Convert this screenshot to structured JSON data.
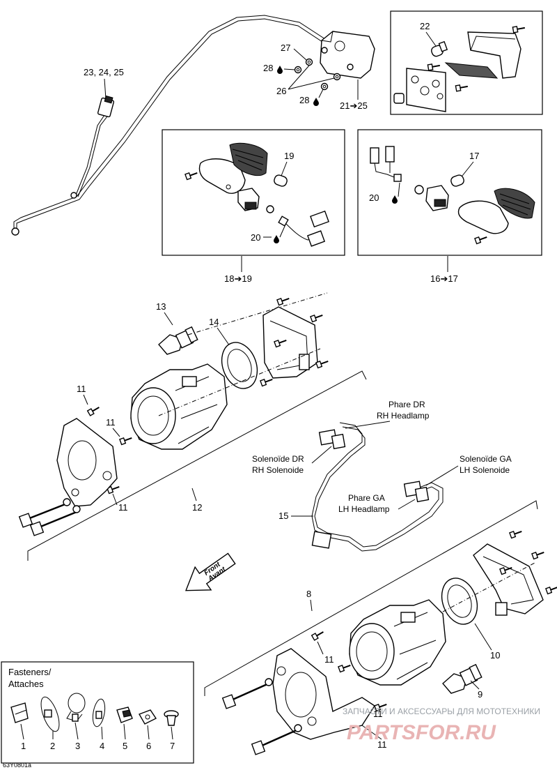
{
  "callouts": {
    "c1": "1",
    "c2": "2",
    "c3": "3",
    "c4": "4",
    "c5": "5",
    "c6": "6",
    "c7": "7",
    "c8": "8",
    "c9": "9",
    "c10": "10",
    "c11": "11",
    "c12": "12",
    "c13": "13",
    "c14": "14",
    "c15": "15",
    "c17": "17",
    "c19": "19",
    "c20": "20",
    "c22": "22",
    "c23_25": "23, 24, 25",
    "c26": "26",
    "c27": "27",
    "c28": "28",
    "r21_25": "21➔25",
    "r18_19": "18➔19",
    "r16_17": "16➔17"
  },
  "harness_labels": {
    "phare_dr": "Phare DR",
    "rh_headlamp": "RH Headlamp",
    "solenoide_dr": "Solenoïde DR",
    "rh_solenoide": "RH Solenoide",
    "solenoide_ga": "Solenoïde GA",
    "lh_solenoide": "LH Solenoide",
    "phare_ga": "Phare GA",
    "lh_headlamp": "LH Headlamp"
  },
  "direction": {
    "line1": "Front",
    "line2": "Avant"
  },
  "fasteners": {
    "title1": "Fasteners/",
    "title2": "Attaches"
  },
  "figure_code": "63Y0801a",
  "watermark": {
    "line1": "ЗАПЧАСТИ И АКСЕССУАРЫ ДЛЯ МОТОТЕХНИКИ",
    "line2": "PARTSFOR.RU"
  },
  "icons": [
    "drop-icon",
    "arrow-right-icon",
    "front-arrow-icon"
  ]
}
